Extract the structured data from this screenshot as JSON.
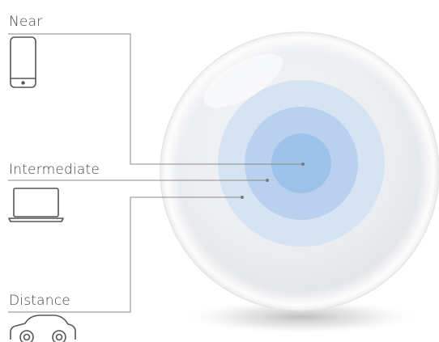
{
  "zones": {
    "near": {
      "label": "Near",
      "icon": "smartphone-icon"
    },
    "intermediate": {
      "label": "Intermediate",
      "icon": "laptop-icon"
    },
    "distance": {
      "label": "Distance",
      "icon": "car-icon"
    }
  },
  "colors": {
    "text": "#444444",
    "leader_line": "#8a8a8a",
    "icon_stroke": "#555555",
    "lens_rim": "#e4e4e4",
    "outer_ring": "#d6e3f2",
    "middle_ring": "#b9d1ee",
    "center_zone": "#9dc3ea"
  }
}
